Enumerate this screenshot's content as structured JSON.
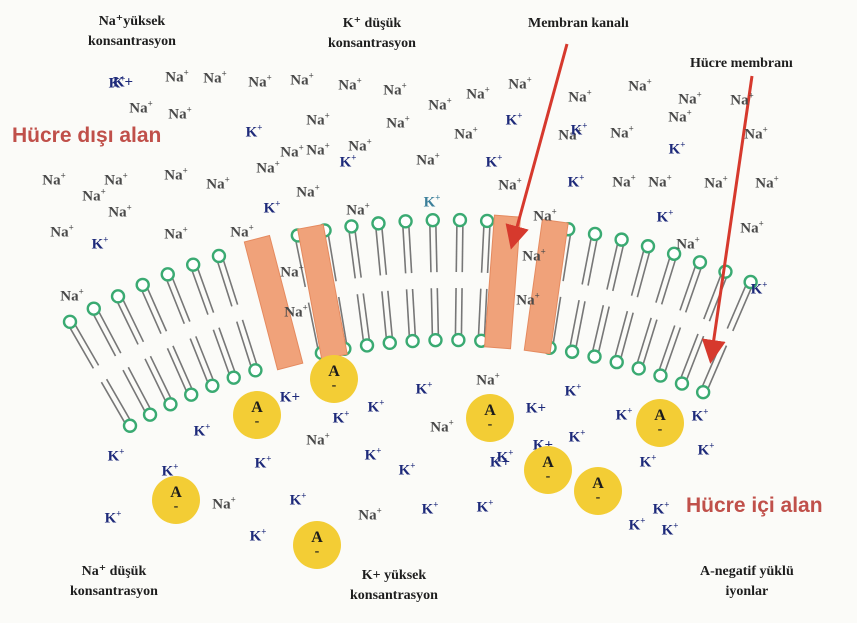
{
  "labels": {
    "na_high": "Na⁺yüksek\nkonsantrasyon",
    "k_low": "K⁺ düşük\nkonsantrasyon",
    "channel": "Membran kanalı",
    "membrane": "Hücre membranı",
    "outside": "Hücre dışı alan",
    "inside": "Hücre içi alan",
    "na_low": "Na⁺ düşük\nkonsantrasyon",
    "k_high": "K+ yüksek\nkonsantrasyon",
    "anion_note": "A-negatif yüklü\niyonlar"
  },
  "colors": {
    "lipid": "#3aaa72",
    "channel": "#f0a27a",
    "arrow": "#d6392d",
    "anion": "#f3cd35",
    "region_text": "#c0504a"
  },
  "ion_text": {
    "na": "Na",
    "k": "K",
    "plus": "+",
    "anion": "A",
    "minus": "-"
  }
}
